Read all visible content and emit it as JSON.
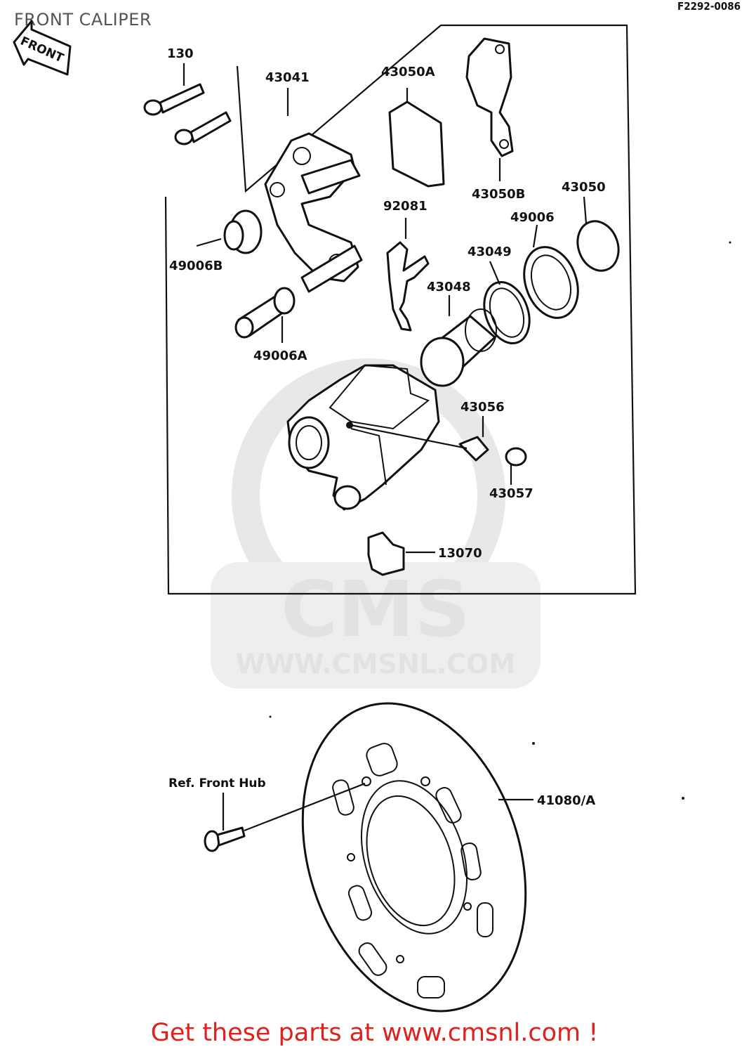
{
  "header": {
    "title": "FRONT CALIPER",
    "diagram_code": "F2292-0086"
  },
  "front_arrow": {
    "label": "FRONT"
  },
  "parts": {
    "p130": "130",
    "p43041": "43041",
    "p43050A": "43050A",
    "p43050B": "43050B",
    "p43050": "43050",
    "p92081": "92081",
    "p49006": "49006",
    "p49006B": "49006B",
    "p43049": "43049",
    "p43048": "43048",
    "p49006A": "49006A",
    "p43056": "43056",
    "p43057": "43057",
    "p13070": "13070",
    "p41080A": "41080/A",
    "ref_front_hub": "Ref. Front Hub"
  },
  "watermark": {
    "brand": "CMS",
    "url": "WWW.CMSNL.COM"
  },
  "footer": {
    "cta": "Get these parts at www.cmsnl.com !"
  },
  "colors": {
    "cta": "#e0201b",
    "watermark": "#e2e2e2",
    "ink": "#111111"
  }
}
